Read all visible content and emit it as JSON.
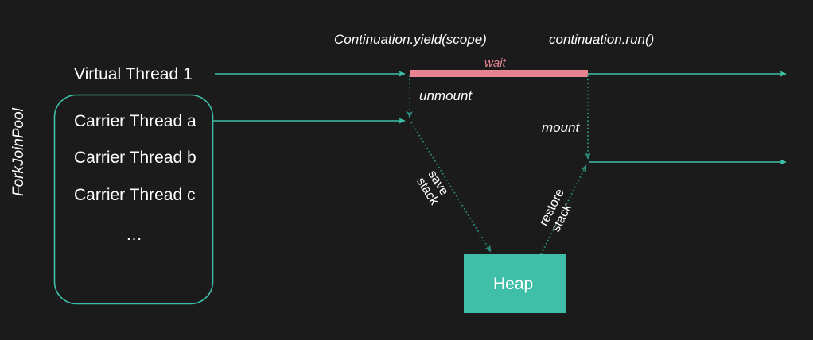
{
  "diagram": {
    "title": "Virtual thread mount/unmount continuation diagram",
    "background_color": "#1b1b1b",
    "accent_color": "#3fbfa8",
    "wait_color": "#e8848f",
    "text_color": "#ffffff"
  },
  "pool": {
    "label": "ForkJoinPool",
    "threads": [
      {
        "label": "Carrier Thread a"
      },
      {
        "label": "Carrier Thread b"
      },
      {
        "label": "Carrier Thread c"
      },
      {
        "label": "…"
      }
    ]
  },
  "virtual_thread": {
    "label": "Virtual Thread 1"
  },
  "api_calls": [
    {
      "label": "Continuation.yield(scope)"
    },
    {
      "label": "continuation.run()"
    }
  ],
  "states": {
    "wait": "wait"
  },
  "transitions": [
    {
      "label": "unmount"
    },
    {
      "label": "mount"
    }
  ],
  "stack_ops": [
    {
      "line1": "save",
      "line2": "stack"
    },
    {
      "line1": "restore",
      "line2": "stack"
    }
  ],
  "heap": {
    "label": "Heap",
    "fill": "#3fbfa8"
  }
}
